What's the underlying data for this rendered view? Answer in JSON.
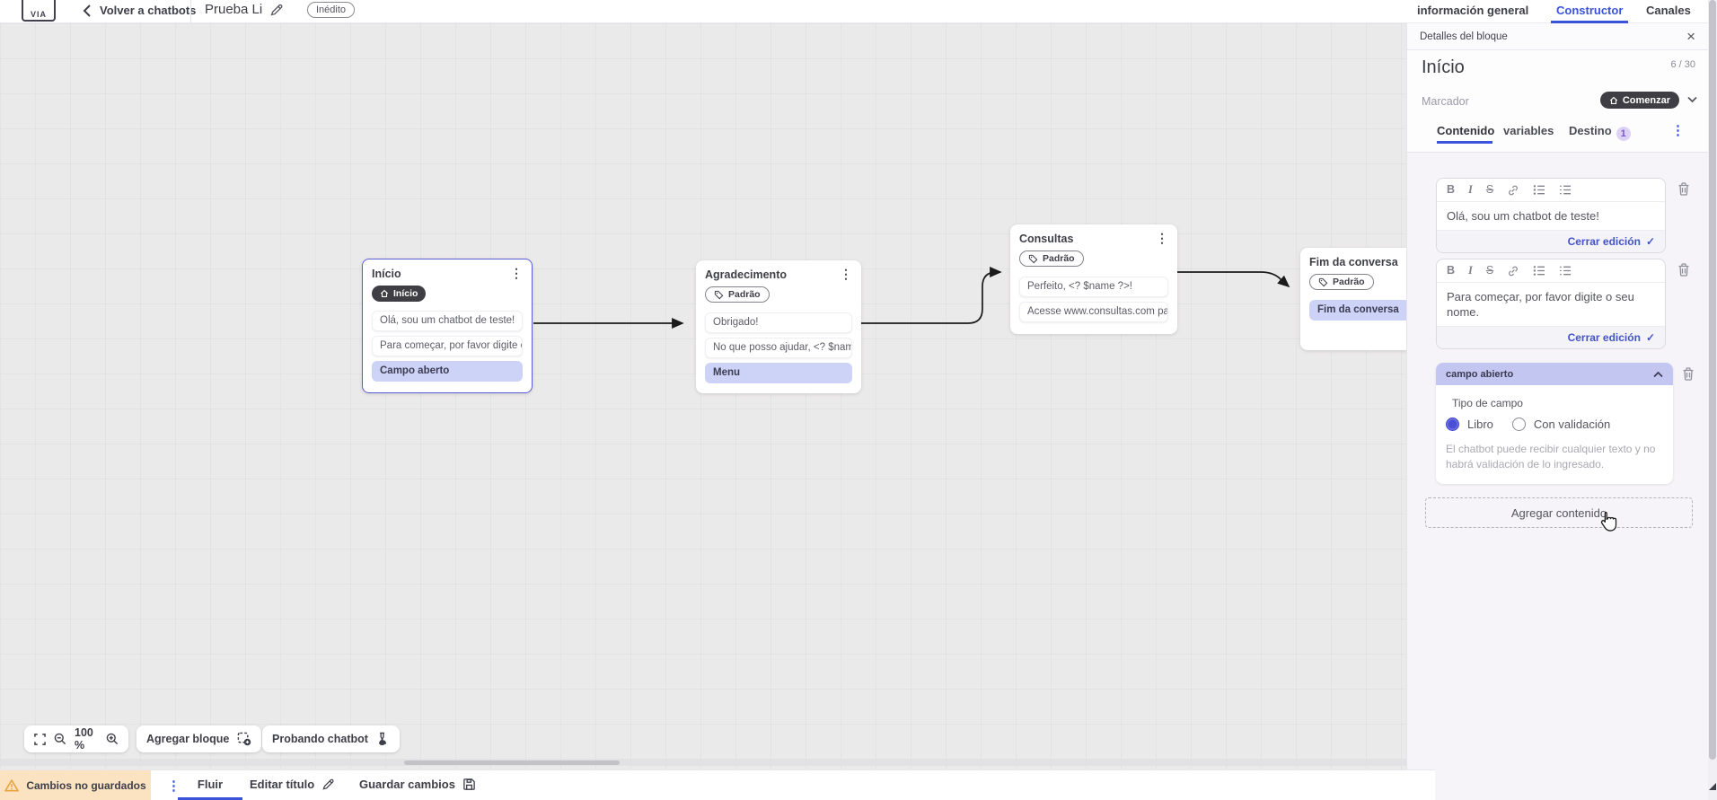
{
  "topbar": {
    "logo_text": "VIA",
    "back_label": "Volver a chatbots",
    "bot_title": "Prueba Li",
    "status_badge": "Inédito",
    "tabs": {
      "general": "información general",
      "constructor": "Constructor",
      "channels": "Canales"
    }
  },
  "panel": {
    "header_title": "Detalles del bloque",
    "block_name": "Início",
    "char_counter": "6 / 30",
    "marker_label": "Marcador",
    "marker_value": "Comenzar",
    "tabs": {
      "content": "Contenido",
      "variables": "variables",
      "destination": "Destino",
      "destination_badge": "1"
    },
    "toolbar": {
      "bold": "B",
      "italic": "I",
      "strikethrough": "S"
    },
    "editors": [
      {
        "text": "Olá, sou um chatbot de teste!",
        "close_label": "Cerrar edición"
      },
      {
        "text": "Para começar, por favor digite o seu nome.",
        "close_label": "Cerrar edición"
      }
    ],
    "open_field": {
      "header": "campo abierto",
      "type_label": "Tipo de campo",
      "option_free": "Libro",
      "option_validated": "Con validación",
      "help_text": "El chatbot puede recibir cualquier texto y no habrá validación de lo ingresado."
    },
    "add_content_label": "Agregar contenido"
  },
  "canvas": {
    "zoom_level": "100 %",
    "add_block_label": "Agregar bloque",
    "test_chatbot_label": "Probando chatbot",
    "nodes": [
      {
        "title": "Início",
        "badge": "Início",
        "items": [
          {
            "text": "Olá, sou um chatbot de teste!"
          },
          {
            "text": "Para começar, por favor digite o ..."
          },
          {
            "text": "Campo aberto"
          }
        ]
      },
      {
        "title": "Agradecimento",
        "badge": "Padrão",
        "items": [
          {
            "text": "Obrigado!"
          },
          {
            "text": "No que posso ajudar, <? $name ..."
          },
          {
            "text": "Menu"
          }
        ]
      },
      {
        "title": "Consultas",
        "badge": "Padrão",
        "items": [
          {
            "text": "Perfeito, <? $name ?>!"
          },
          {
            "text": "Acesse www.consultas.com par..."
          }
        ]
      },
      {
        "title": "Fim da conversa",
        "badge": "Padrão",
        "items": [
          {
            "text": "Fim da conversa"
          }
        ]
      }
    ]
  },
  "bottombar": {
    "unsaved_warning": "Cambios no guardados",
    "flow_tab": "Fluir",
    "edit_title_label": "Editar título",
    "save_label": "Guardar cambios"
  },
  "icons": {
    "kebab": "⋮",
    "close": "×",
    "check": "✓"
  },
  "colors": {
    "accent_blue": "#3a53d9",
    "selection_purple": "#5b5fd6",
    "light_purple_row": "#ccd3f7",
    "field_header_purple": "#c3c6f1",
    "dark_pill": "#3f3e45",
    "warning_bg": "#fbe3c1",
    "warning_icon": "#e7a33d",
    "canvas_bg": "#ebeaea",
    "panel_bg": "#f6f4f9"
  }
}
